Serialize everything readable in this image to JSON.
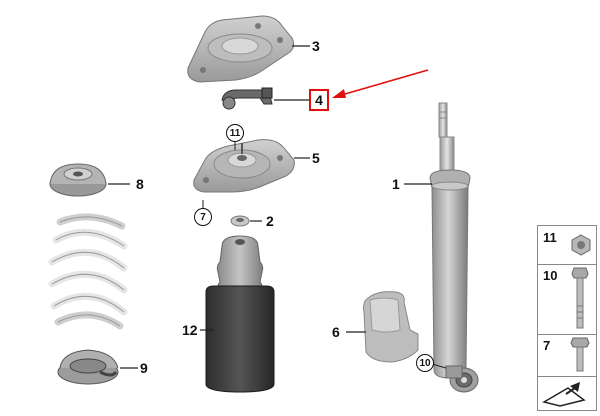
{
  "parts": [
    {
      "id": "part-1",
      "label": "1"
    },
    {
      "id": "part-2",
      "label": "2"
    },
    {
      "id": "part-3",
      "label": "3"
    },
    {
      "id": "part-4",
      "label": "4"
    },
    {
      "id": "part-5",
      "label": "5"
    },
    {
      "id": "part-6",
      "label": "6"
    },
    {
      "id": "part-8",
      "label": "8"
    },
    {
      "id": "part-9",
      "label": "9"
    },
    {
      "id": "part-12",
      "label": "12"
    }
  ],
  "circled_callouts": [
    "11",
    "7",
    "10"
  ],
  "side_panel": [
    {
      "label": "11"
    },
    {
      "label": "10"
    },
    {
      "label": "7"
    }
  ],
  "colors": {
    "highlight": "#e01010",
    "part_gray": "#b8b8b8",
    "dark_gray": "#444444",
    "spring_white": "#f2f2f2"
  }
}
